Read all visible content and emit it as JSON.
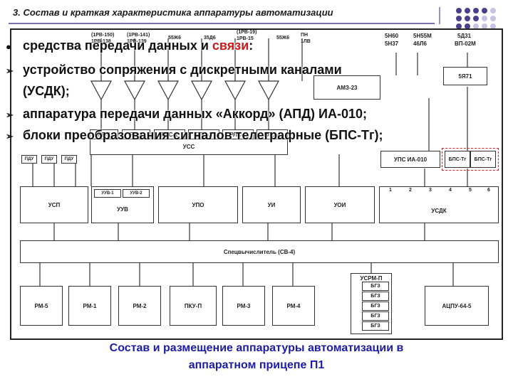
{
  "slide": {
    "title": "3. Состав и краткая характеристика аппаратуры автоматизации"
  },
  "bullets": {
    "item1_pre": "средства передачи данных и ",
    "item1_hl": "связи",
    "item1_post": ":",
    "item2_line1": "устройство сопряжения с дискретными каналами",
    "item2_line2": "(УСДК);",
    "item3": "аппаратура передачи данных «Аккорд» (АПД) ИА-010;",
    "item4": "блоки преобразования сигналов телеграфные (БПС-Тг);"
  },
  "diagram": {
    "top_labels": [
      "(1РВ-150)",
      "(1РВ-141)",
      "55Ж6",
      "35Д6",
      "(1РВ-19)",
      "55Ж6",
      "ПН"
    ],
    "antenna_sublabels": [
      "1РВ-138",
      "1РВ-139",
      "",
      "",
      "1РВ-15",
      "",
      "1ЛВ"
    ],
    "radio_blocks": [
      "РВ-1",
      "РВ-2",
      "РЛС-1",
      "РЛС-2",
      "РЛС-3",
      "РЛС-4"
    ],
    "uss": "УСС",
    "small_boxes": [
      "ПДУ",
      "ПДУ",
      "ПДУ"
    ],
    "top_right": {
      "col1_line1": "5Н60",
      "col1_line2": "5Н37",
      "col2_line1": "5Н55М",
      "col2_line2": "46Л6",
      "col3_line1": "5Д31",
      "col3_line2": "ВП-02М"
    },
    "amz": "АМЗ-23",
    "r5ya71": "5Я71",
    "upc": "УПС ИА-010",
    "bps1": "БПС-Тг",
    "bps2": "БПС-Тг",
    "usdk_ports": [
      "1",
      "2",
      "3",
      "4",
      "5",
      "6"
    ],
    "row2": {
      "usp": "УСП",
      "uuv1": "УУВ-1",
      "uuv2": "УУВ-2",
      "uuv": "УУВ",
      "upo": "УПО",
      "ui": "УИ",
      "uoi": "УОИ",
      "usdk": "УСДК"
    },
    "computer": "Спецвычислитель (СВ-4)",
    "bottom": [
      "РМ-5",
      "РМ-1",
      "РМ-2",
      "ПКУ-П",
      "РМ-3",
      "РМ-4"
    ],
    "usrm": "УСРМ-П",
    "bgz": [
      "БГЗ",
      "БГЗ",
      "БГЗ",
      "БГЗ",
      "БГЗ"
    ],
    "acpu": "АЦПУ-64-5"
  },
  "caption": {
    "line1": "Состав и размещение аппаратуры автоматизации в",
    "line2": "аппаратном прицепе П1"
  },
  "colors": {
    "caption": "#1c1ca8",
    "highlight": "#cc1a1a",
    "rule": "#7a6fa8",
    "dots": "#4b3f8c"
  }
}
